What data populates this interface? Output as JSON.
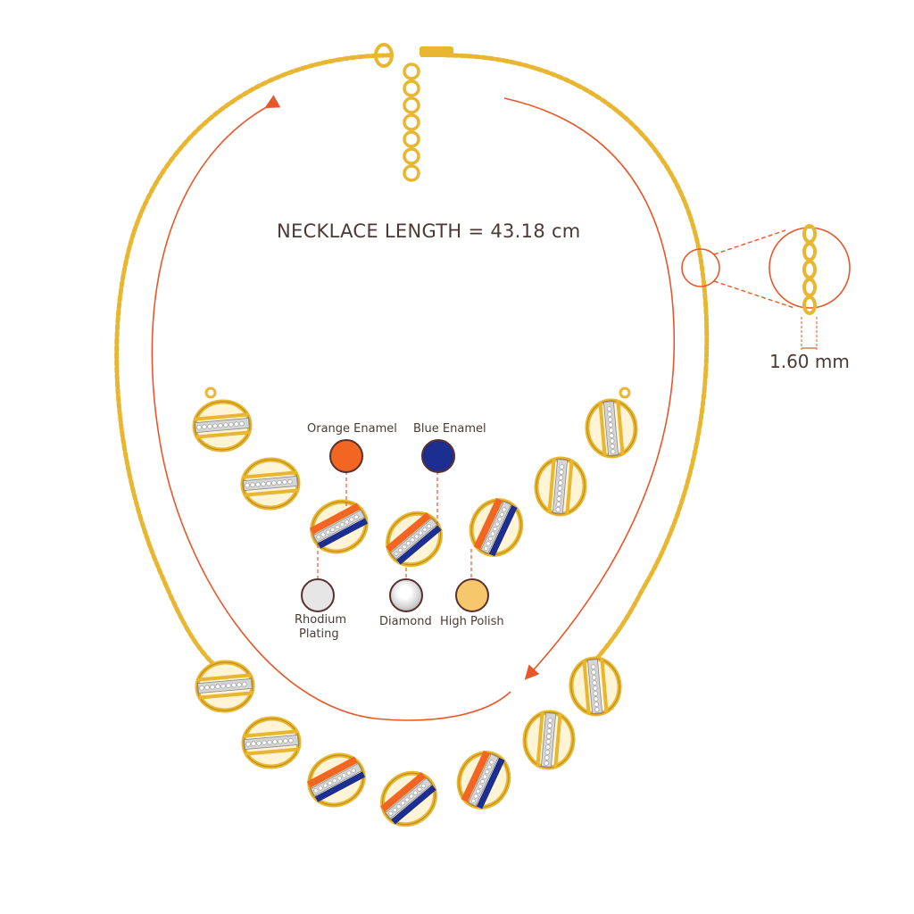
{
  "title": "NECKLACE LENGTH = 43.18 cm",
  "chain_width": "1.60 mm",
  "materials": {
    "orange_enamel": {
      "label": "Orange Enamel",
      "color": "#f26522"
    },
    "blue_enamel": {
      "label": "Blue Enamel",
      "color": "#1c2e8f"
    },
    "rhodium": {
      "label_line1": "Rhodium",
      "label_line2": "Plating",
      "color": "#e6e6e6"
    },
    "diamond": {
      "label": "Diamond",
      "color": "#d9d9d9"
    },
    "high_polish": {
      "label": "High Polish",
      "color": "#f6c86b"
    }
  },
  "colors": {
    "gold": "#e9b632",
    "gold_dark": "#b98a12",
    "accent_line": "#e8572a",
    "text": "#4a3a36"
  }
}
